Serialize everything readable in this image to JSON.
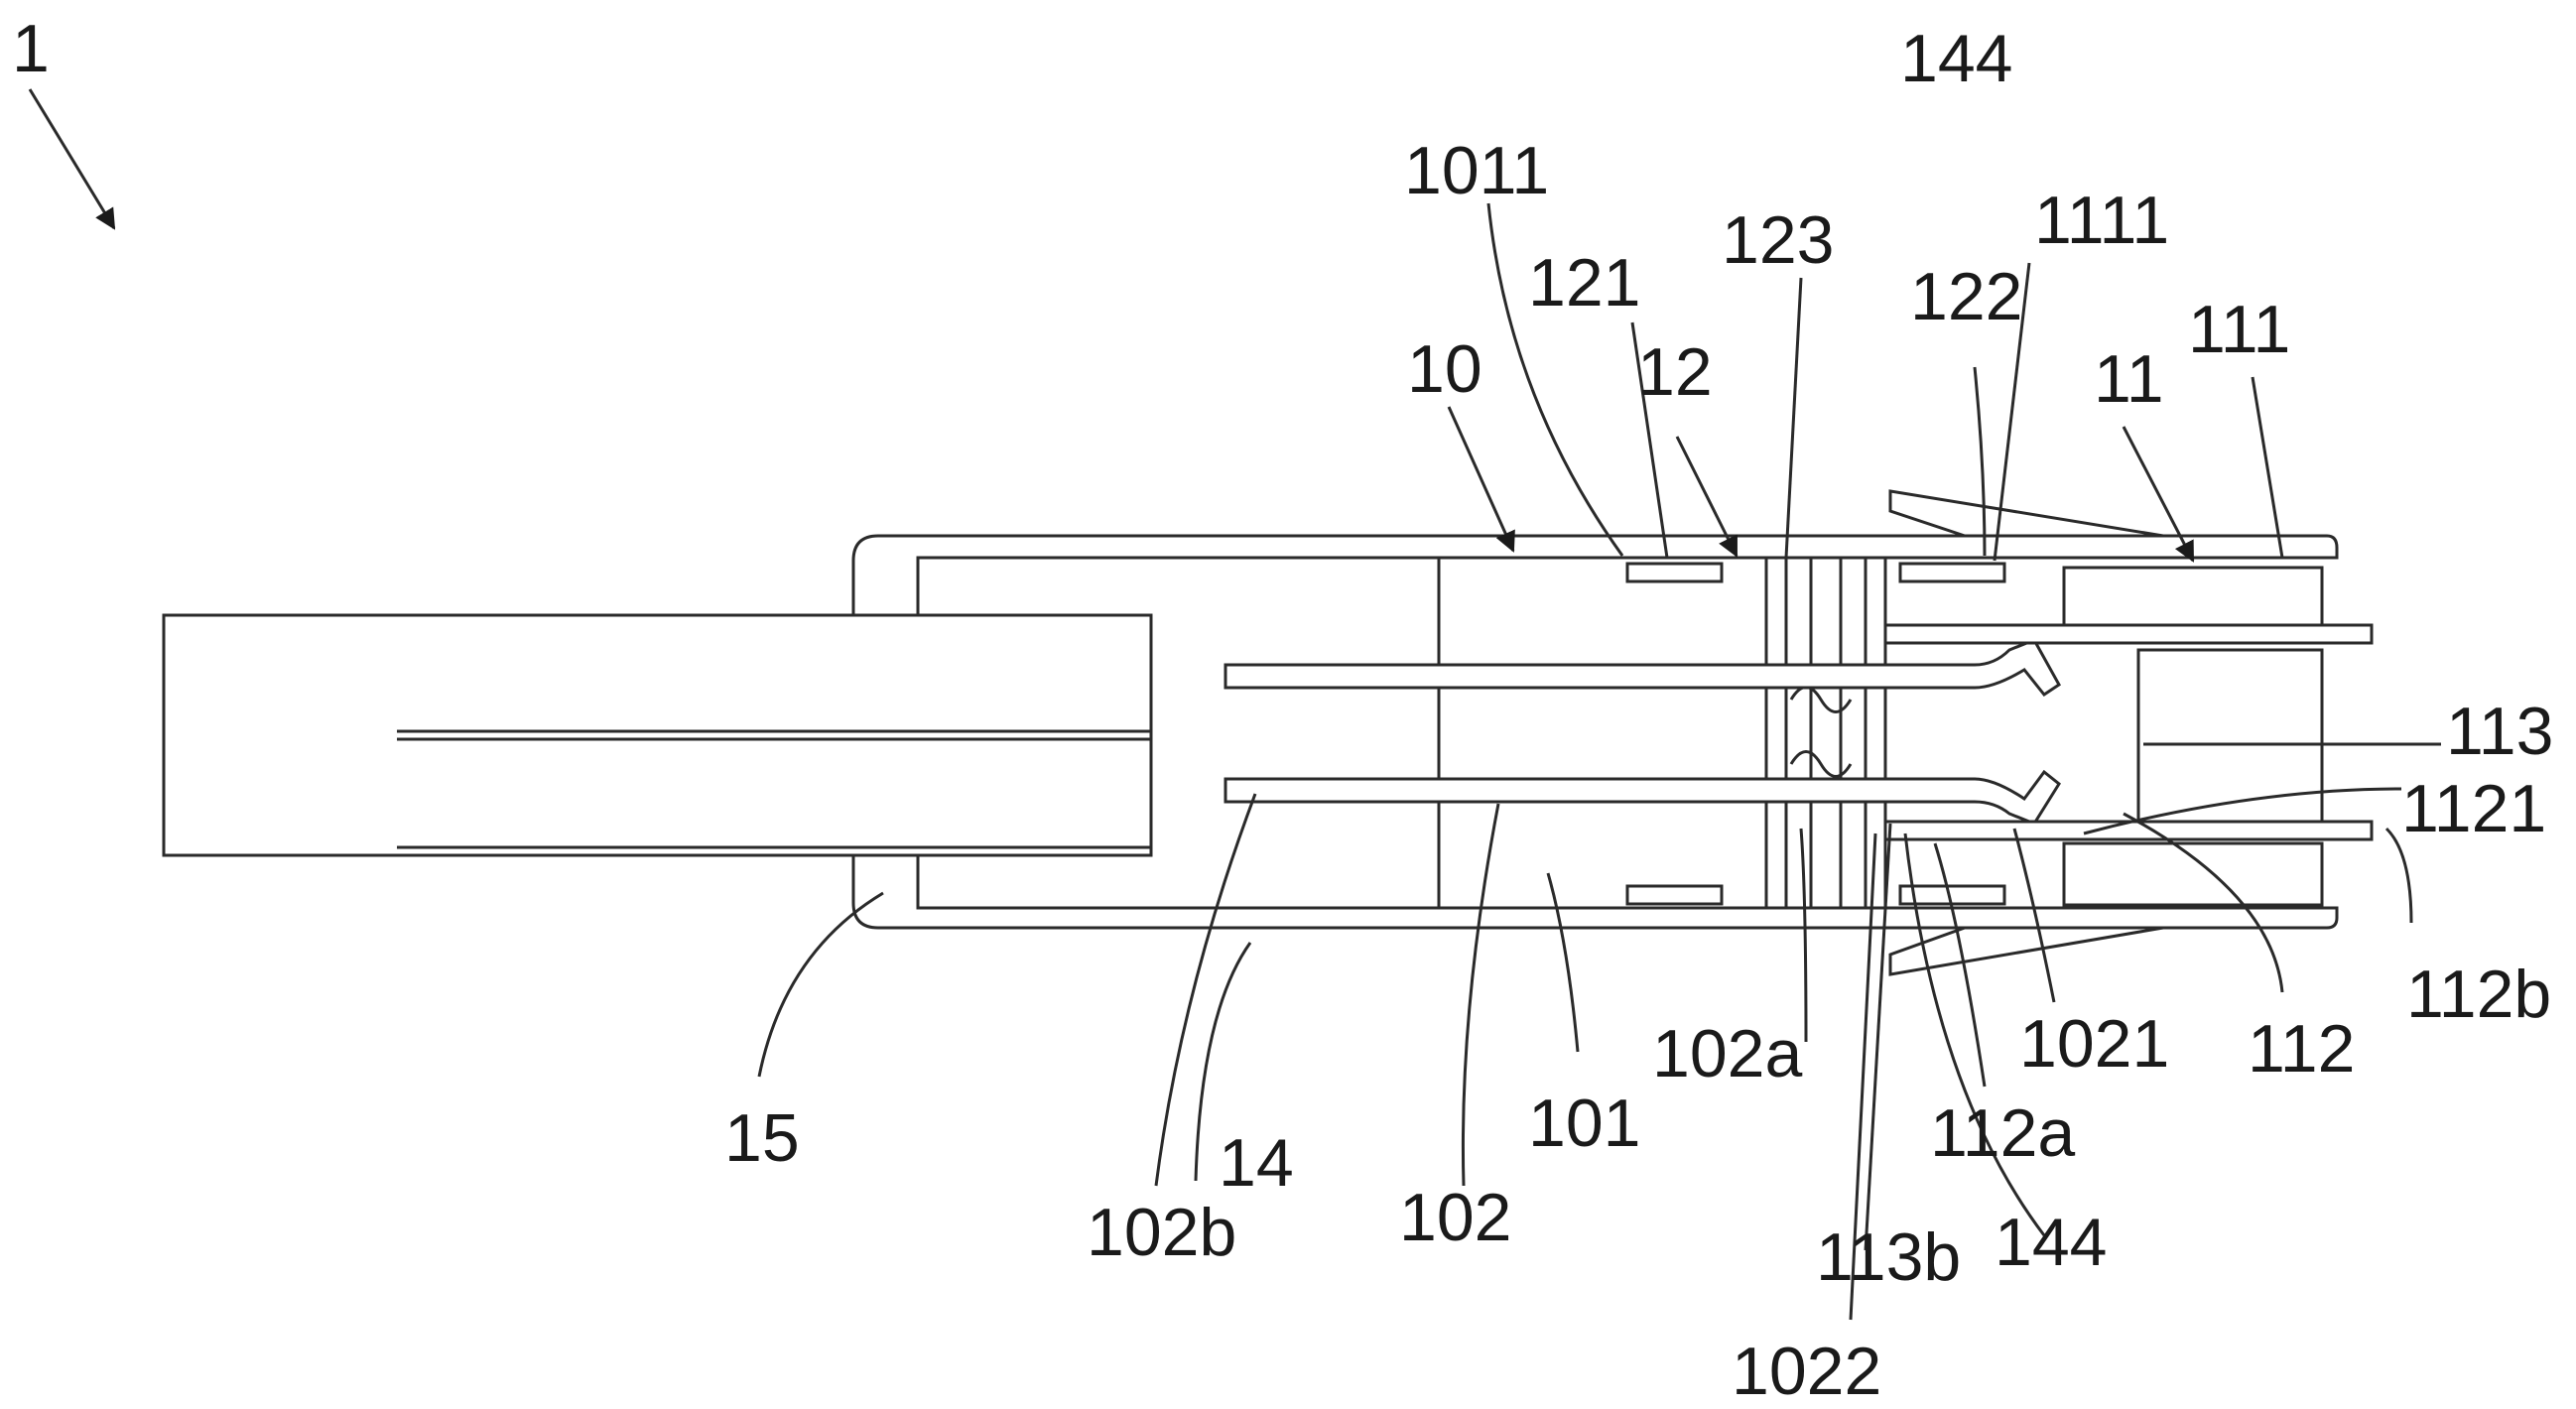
{
  "labels": {
    "l1": "1",
    "l144_top": "144",
    "l1011": "1011",
    "l123": "123",
    "l1111": "1111",
    "l121": "121",
    "l122": "122",
    "l111": "111",
    "l10": "10",
    "l12": "12",
    "l11": "11",
    "l113": "113",
    "l1121": "1121",
    "l112b": "112b",
    "l1021": "1021",
    "l112": "112",
    "l102a": "102a",
    "l101": "101",
    "l112a": "112a",
    "l15": "15",
    "l14": "14",
    "l102": "102",
    "l102b": "102b",
    "l113b": "113b",
    "l144_bottom": "144",
    "l1022": "1022"
  },
  "colors": {
    "line": "#2a2a2a",
    "background": "#ffffff"
  }
}
